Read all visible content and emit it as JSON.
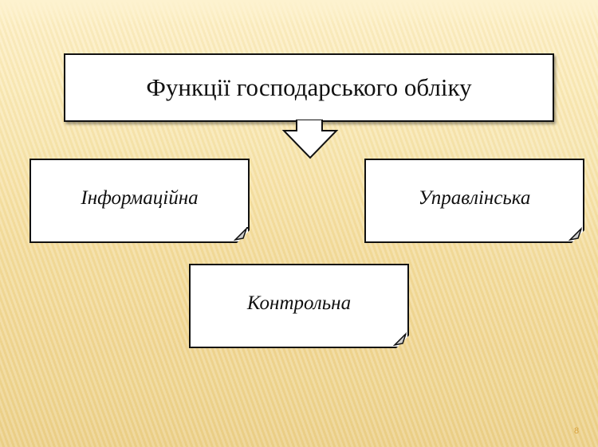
{
  "slide": {
    "title": "Функції господарського обліку",
    "page_number": "8",
    "background_color": "#f3dc9c"
  },
  "diagram": {
    "root": "Функції господарського обліку",
    "children": [
      {
        "label": "Інформаційна"
      },
      {
        "label": "Управлінська"
      },
      {
        "label": "Контрольна"
      }
    ],
    "connector": "down-arrow"
  }
}
